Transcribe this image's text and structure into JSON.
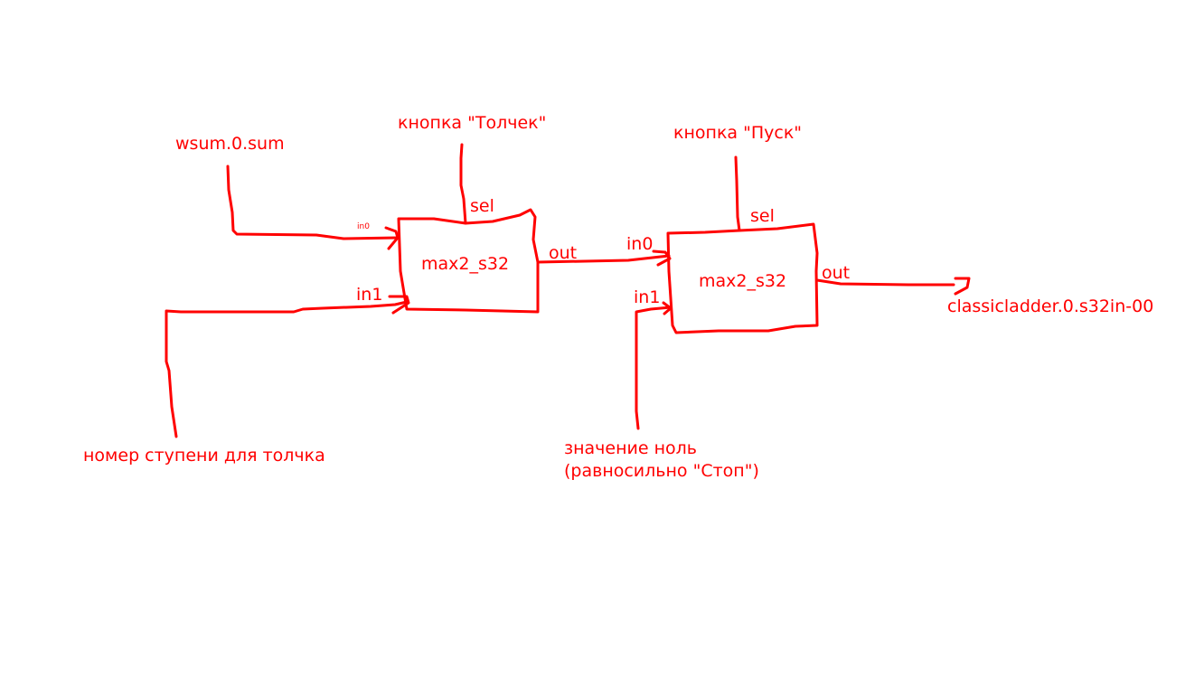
{
  "inputs": {
    "wsum": "wsum.0.sum",
    "jog_button": "кнопка \"Толчек\"",
    "start_button": "кнопка \"Пуск\"",
    "jog_step_number": "номер ступени для толчка",
    "zero_value_line1": "значение ноль",
    "zero_value_line2": "(равносильно \"Стоп\")"
  },
  "block1": {
    "name": "max2_s32",
    "sel": "sel",
    "in0": "in0",
    "in1": "in1",
    "out": "out"
  },
  "block2": {
    "name": "max2_s32",
    "sel": "sel",
    "in0": "in0",
    "in1": "in1",
    "out": "out"
  },
  "output": "classicladder.0.s32in-00",
  "colors": {
    "ink": "#ff0000",
    "background": "#ffffff"
  }
}
